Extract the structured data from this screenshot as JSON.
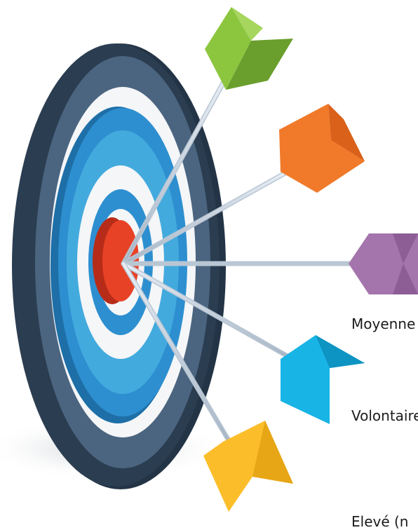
{
  "labels": [
    "Moyenne",
    "Volontaire",
    "Elevé (n"
  ],
  "colors": {
    "target_outer_dark": "#2b3d50",
    "target_ring_dark": "#4b6580",
    "target_ring_white": "#f4f6f8",
    "target_ring_blue": "#2d8fd0",
    "target_ring_light_blue": "#43aade",
    "target_center_red": "#e84226",
    "target_center_dark_red": "#b72c18",
    "arrow_green": "#8cc63f",
    "arrow_orange": "#f07a2a",
    "arrow_purple": "#a474ac",
    "arrow_cyan": "#18b4e6",
    "arrow_yellow": "#fbbe2a"
  },
  "icons": [
    "target-icon",
    "green-arrow-icon",
    "orange-arrow-icon",
    "purple-arrow-icon",
    "cyan-arrow-icon",
    "yellow-arrow-icon"
  ]
}
